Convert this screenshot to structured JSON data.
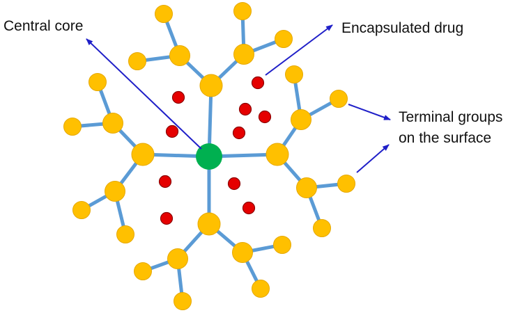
{
  "labels": {
    "central_core": "Central core",
    "encapsulated_drug": "Encapsulated drug",
    "terminal_groups_line1": "Terminal groups",
    "terminal_groups_line2": "on the surface"
  },
  "colors": {
    "branch": "#5B9BD5",
    "branch_node": "#FFC000",
    "node_outline": "#E6A800",
    "core": "#00B050",
    "drug": "#E50000",
    "drug_outline": "#8B0000",
    "arrow": "#1F1FC8"
  }
}
